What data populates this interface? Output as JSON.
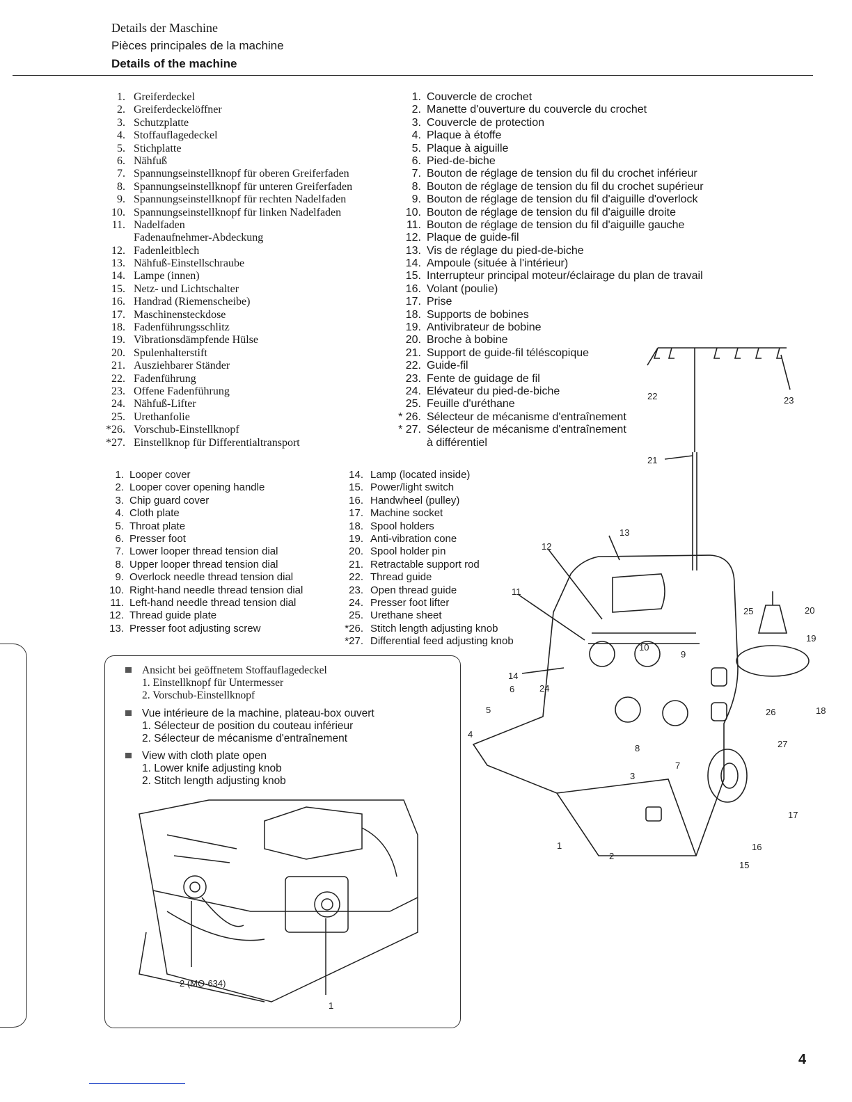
{
  "header": {
    "title_de": "Details der Maschine",
    "title_fr": "Pièces principales de la machine",
    "title_en": "Details of the machine"
  },
  "de_items": [
    {
      "num": "1.",
      "text": "Greiferdeckel"
    },
    {
      "num": "2.",
      "text": "Greiferdeckelöffner"
    },
    {
      "num": "3.",
      "text": "Schutzplatte"
    },
    {
      "num": "4.",
      "text": "Stoffauflagedeckel"
    },
    {
      "num": "5.",
      "text": "Stichplatte"
    },
    {
      "num": "6.",
      "text": "Nähfuß"
    },
    {
      "num": "7.",
      "text": "Spannungseinstellknopf für oberen Greiferfaden"
    },
    {
      "num": "8.",
      "text": "Spannungseinstellknopf für unteren Greiferfaden"
    },
    {
      "num": "9.",
      "text": "Spannungseinstellknopf für rechten Nadelfaden"
    },
    {
      "num": "10.",
      "text": "Spannungseinstellknopf für linken Nadelfaden"
    },
    {
      "num": "11.",
      "text": "Nadelfaden"
    },
    {
      "num": "",
      "text": "Fadenaufnehmer-Abdeckung"
    },
    {
      "num": "12.",
      "text": "Fadenleitblech"
    },
    {
      "num": "13.",
      "text": "Nähfuß-Einstellschraube"
    },
    {
      "num": "14.",
      "text": "Lampe (innen)"
    },
    {
      "num": "15.",
      "text": "Netz- und Lichtschalter"
    },
    {
      "num": "16.",
      "text": "Handrad (Riemenscheibe)"
    },
    {
      "num": "17.",
      "text": "Maschinensteckdose"
    },
    {
      "num": "18.",
      "text": "Fadenführungsschlitz"
    },
    {
      "num": "19.",
      "text": "Vibrationsdämpfende Hülse"
    },
    {
      "num": "20.",
      "text": "Spulenhalterstift"
    },
    {
      "num": "21.",
      "text": "Ausziehbarer Ständer"
    },
    {
      "num": "22.",
      "text": "Fadenführung"
    },
    {
      "num": "23.",
      "text": "Offene Fadenführung"
    },
    {
      "num": "24.",
      "text": "Nähfuß-Lifter"
    },
    {
      "num": "25.",
      "text": "Urethanfolie"
    },
    {
      "num": "*26.",
      "text": "Vorschub-Einstellknopf"
    },
    {
      "num": "*27.",
      "text": "Einstellknop für Differentialtransport"
    }
  ],
  "fr_items": [
    {
      "num": "1.",
      "text": "Couvercle de crochet"
    },
    {
      "num": "2.",
      "text": "Manette d'ouverture du couvercle du crochet"
    },
    {
      "num": "3.",
      "text": "Couvercle de protection"
    },
    {
      "num": "4.",
      "text": "Plaque à étoffe"
    },
    {
      "num": "5.",
      "text": "Plaque à aiguille"
    },
    {
      "num": "6.",
      "text": "Pied-de-biche"
    },
    {
      "num": "7.",
      "text": "Bouton de réglage de tension du fil du crochet inférieur"
    },
    {
      "num": "8.",
      "text": "Bouton de réglage de tension du fil du crochet supérieur"
    },
    {
      "num": "9.",
      "text": "Bouton de réglage de tension du fil d'aiguille d'overlock"
    },
    {
      "num": "10.",
      "text": "Bouton de réglage de tension du fil d'aiguille droite"
    },
    {
      "num": "11.",
      "text": "Bouton de réglage de tension du fil d'aiguille gauche"
    },
    {
      "num": "12.",
      "text": "Plaque de guide-fil"
    },
    {
      "num": "13.",
      "text": "Vis de réglage du pied-de-biche"
    },
    {
      "num": "14.",
      "text": "Ampoule (située à l'intérieur)"
    },
    {
      "num": "15.",
      "text": "Interrupteur principal moteur/éclairage du plan de travail"
    },
    {
      "num": "16.",
      "text": "Volant (poulie)"
    },
    {
      "num": "17.",
      "text": "Prise"
    },
    {
      "num": "18.",
      "text": "Supports de bobines"
    },
    {
      "num": "19.",
      "text": "Antivibrateur de bobine"
    },
    {
      "num": "20.",
      "text": "Broche à bobine"
    },
    {
      "num": "21.",
      "text": "Support de guide-fil téléscopique"
    },
    {
      "num": "22.",
      "text": "Guide-fil"
    },
    {
      "num": "23.",
      "text": "Fente de guidage de fil"
    },
    {
      "num": "24.",
      "text": "Elévateur du pied-de-biche"
    },
    {
      "num": "25.",
      "text": "Feuille d'uréthane"
    },
    {
      "num": "* 26.",
      "text": "Sélecteur de mécanisme d'entraînement"
    },
    {
      "num": "* 27.",
      "text": "Sélecteur de mécanisme d'entraînement"
    },
    {
      "num": "",
      "text": "à différentiel"
    }
  ],
  "en_items_left": [
    {
      "num": "1.",
      "text": "Looper cover"
    },
    {
      "num": "2.",
      "text": "Looper cover opening handle"
    },
    {
      "num": "3.",
      "text": "Chip guard cover"
    },
    {
      "num": "4.",
      "text": "Cloth plate"
    },
    {
      "num": "5.",
      "text": "Throat plate"
    },
    {
      "num": "6.",
      "text": "Presser foot"
    },
    {
      "num": "7.",
      "text": "Lower looper thread tension dial"
    },
    {
      "num": "8.",
      "text": "Upper looper thread tension dial"
    },
    {
      "num": "9.",
      "text": "Overlock needle thread tension dial"
    },
    {
      "num": "10.",
      "text": "Right-hand needle thread tension dial"
    },
    {
      "num": "11.",
      "text": "Left-hand needle thread tension dial"
    },
    {
      "num": "12.",
      "text": "Thread guide plate"
    },
    {
      "num": "13.",
      "text": "Presser foot adjusting screw"
    }
  ],
  "en_items_right": [
    {
      "num": "14.",
      "text": "Lamp (located inside)"
    },
    {
      "num": "15.",
      "text": "Power/light switch"
    },
    {
      "num": "16.",
      "text": "Handwheel (pulley)"
    },
    {
      "num": "17.",
      "text": "Machine socket"
    },
    {
      "num": "18.",
      "text": "Spool holders"
    },
    {
      "num": "19.",
      "text": "Anti-vibration cone"
    },
    {
      "num": "20.",
      "text": "Spool holder pin"
    },
    {
      "num": "21.",
      "text": "Retractable support rod"
    },
    {
      "num": "22.",
      "text": "Thread guide"
    },
    {
      "num": "23.",
      "text": "Open thread guide"
    },
    {
      "num": "24.",
      "text": "Presser foot lifter"
    },
    {
      "num": "25.",
      "text": "Urethane sheet"
    },
    {
      "num": "*26.",
      "text": "Stitch length adjusting knob"
    },
    {
      "num": "*27.",
      "text": "Differential feed adjusting knob"
    }
  ],
  "inset": {
    "de_heading": "Ansicht bei geöffnetem Stoffauflagedeckel",
    "de_1": "1. Einstellknopf für Untermesser",
    "de_2": "2. Vorschub-Einstellknopf",
    "fr_heading": "Vue intérieure de la machine, plateau-box ouvert",
    "fr_1": "1. Sélecteur de position du couteau inférieur",
    "fr_2": "2. Sélecteur de mécanisme d'entraînement",
    "en_heading": "View with cloth plate open",
    "en_1": "1. Lower knife adjusting knob",
    "en_2": "2. Stitch length adjusting knob",
    "fig_label_2": "2 (MO-634)",
    "fig_label_1": "1"
  },
  "diagram_callouts": [
    "1",
    "2",
    "3",
    "4",
    "5",
    "6",
    "7",
    "8",
    "9",
    "10",
    "11",
    "12",
    "13",
    "14",
    "15",
    "16",
    "17",
    "18",
    "19",
    "20",
    "21",
    "22",
    "23",
    "24",
    "25",
    "26",
    "27"
  ],
  "page_number": "4"
}
